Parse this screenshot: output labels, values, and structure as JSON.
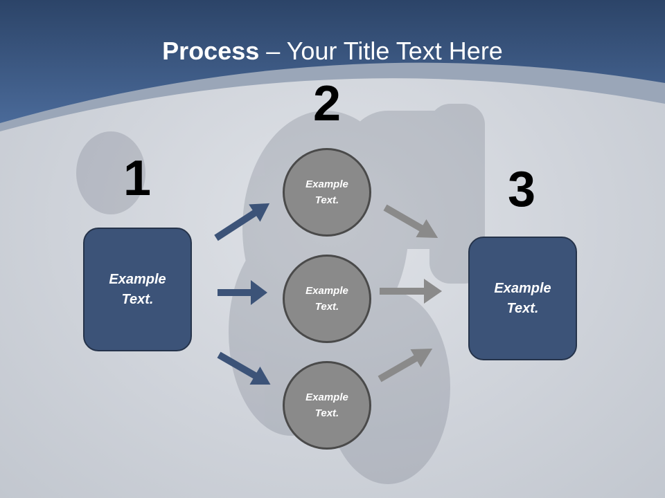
{
  "title": {
    "bold": "Process",
    "rest": " – Your Title Text Here"
  },
  "steps": {
    "one": {
      "number": "1",
      "text": "Example\nText."
    },
    "two": {
      "number": "2",
      "items": [
        "Example\nText.",
        "Example\nText.",
        "Example\nText."
      ]
    },
    "three": {
      "number": "3",
      "text": "Example\nText."
    }
  },
  "colors": {
    "header": "#3f5f8f",
    "box": "#3c5378",
    "circle": "#8a8a8a",
    "arrow_blue": "#3c5378",
    "arrow_gray": "#8a8a8a"
  }
}
